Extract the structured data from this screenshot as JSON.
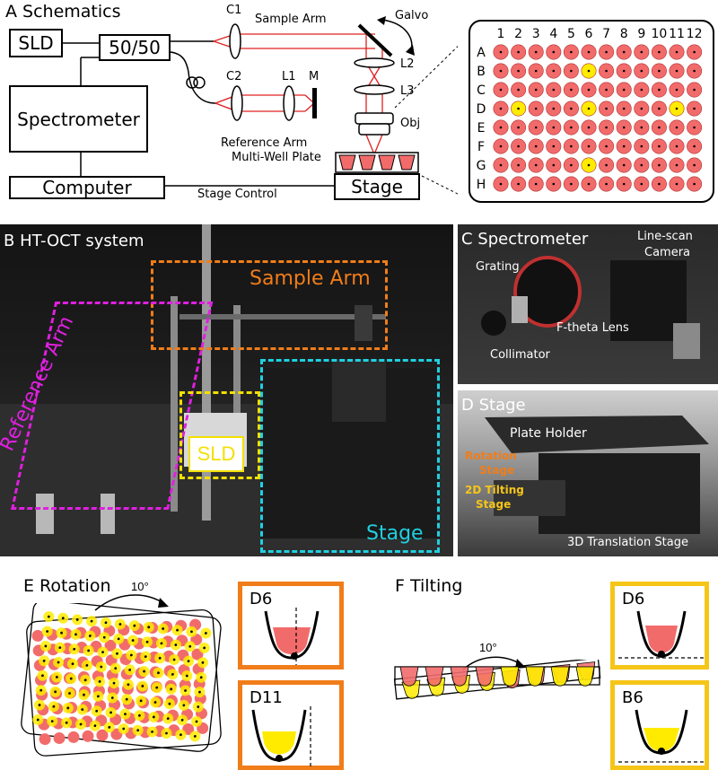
{
  "panel_a": {
    "label": "A  Schematics",
    "sld": "SLD",
    "coupler": "50/50",
    "spectrometer": "Spectrometer",
    "computer": "Computer",
    "stage": "Stage",
    "stage_control": "Stage Control",
    "c1": "C1",
    "c2": "C2",
    "l1": "L1",
    "m": "M",
    "l2": "L2",
    "l3": "L3",
    "obj": "Obj",
    "sample_arm": "Sample Arm",
    "galvo": "Galvo",
    "reference_arm": "Reference Arm",
    "multi_well_plate": "Multi-Well Plate",
    "plate_columns": [
      "1",
      "2",
      "3",
      "4",
      "5",
      "6",
      "7",
      "8",
      "9",
      "10",
      "11",
      "12"
    ],
    "plate_rows": [
      "A",
      "B",
      "C",
      "D",
      "E",
      "F",
      "G",
      "H"
    ],
    "yellow_wells": [
      "B6",
      "D2",
      "D6",
      "D11",
      "G6"
    ]
  },
  "panel_b": {
    "label": "B HT-OCT system",
    "sample_arm": "Sample Arm",
    "reference_arm": "Reference Arm",
    "sld": "SLD",
    "stage": "Stage"
  },
  "panel_c": {
    "label": "C Spectrometer",
    "grating": "Grating",
    "camera_line1": "Line-scan",
    "camera_line2": "Camera",
    "ftheta": "F-theta Lens",
    "collimator": "Collimator"
  },
  "panel_d": {
    "label": "D Stage",
    "plate_holder": "Plate Holder",
    "rotation_line1": "Rotation",
    "rotation_line2": "Stage",
    "tilting_line1": "2D Tilting",
    "tilting_line2": "Stage",
    "translation": "3D Translation Stage"
  },
  "panel_e": {
    "label": "E  Rotation",
    "angle": "10°",
    "well1": "D6",
    "well2": "D11"
  },
  "panel_f": {
    "label": "F  Tilting",
    "angle": "10°",
    "well1": "D6",
    "well2": "B6"
  },
  "colors": {
    "red_well": "#f26b6b",
    "yellow_well": "#ffeb00",
    "orange": "#f07d1a",
    "magenta": "#e020e0",
    "cyan": "#20d0e0",
    "yellow": "#f2e000",
    "gold_frame": "#f5c518",
    "orange_frame": "#f07d1a"
  }
}
